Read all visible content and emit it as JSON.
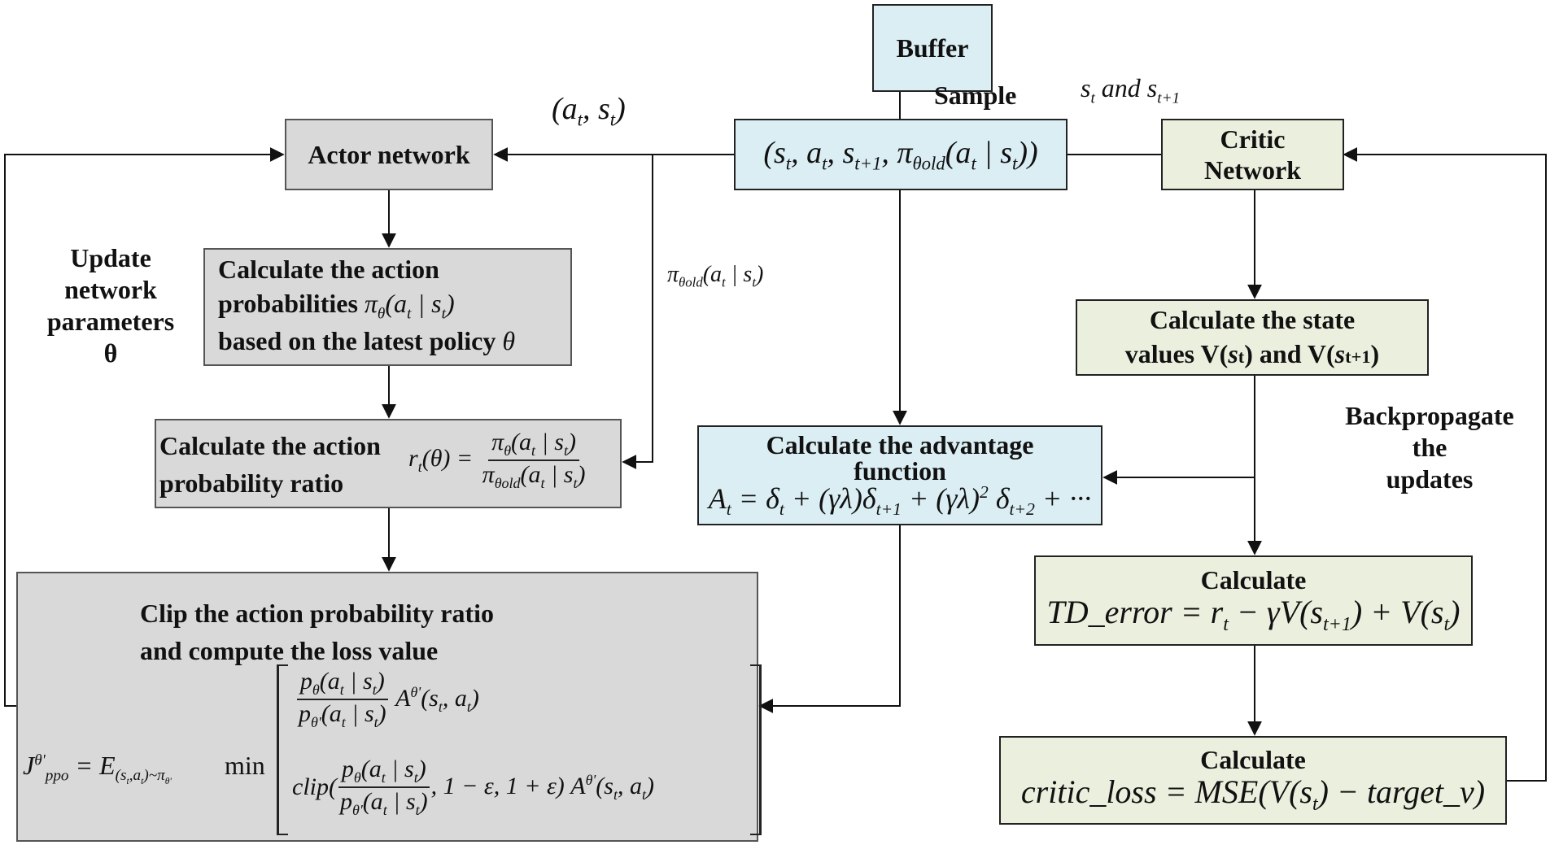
{
  "colors": {
    "actor_box": "#d9d9d9",
    "buffer_box": "#dbeef4",
    "critic_box": "#ebf0de",
    "line": "#222222"
  },
  "buffer": {
    "label": "Buffer"
  },
  "sample": {
    "label": "Sample",
    "tuple": "(s_t, a_t, s_{t+1}, π_θold(a_t | s_t))"
  },
  "labels": {
    "at_st": "(a_t, s_t)",
    "st_and_st1": "s_t and s_{t+1}",
    "pi_old": "π_θold(a_t | s_t)",
    "update_params": [
      "Update",
      "network",
      "parameters",
      "θ"
    ],
    "backprop": [
      "Backpropagate",
      "the",
      "updates"
    ]
  },
  "actor": {
    "label": "Actor network"
  },
  "critic": {
    "label_line1": "Critic",
    "label_line2": "Network"
  },
  "action_prob": {
    "line1": "Calculate the action",
    "line2": "probabilities",
    "line2_math": "π_θ(a_t | s_t)",
    "line3": "based on the latest policy",
    "line3_math": "θ"
  },
  "ratio": {
    "line1": "Calculate the action",
    "line2": "probability ratio",
    "formula_lhs": "r_t(θ) =",
    "formula_num": "π_θ(a_t | s_t)",
    "formula_den": "π_θold(a_t | s_t)"
  },
  "advantage": {
    "line1": "Calculate the advantage",
    "line2": "function",
    "formula": "A_t = δ_t + (γλ)δ_{t+1} + (γλ)^2 δ_{t+2} + ···"
  },
  "clip": {
    "line1": "Clip the action probability ratio",
    "line2": "and compute the loss value",
    "lhs": "J^{θ'}_{ppo} = E_{(s_t,a_t)~π_θ'}",
    "min": "min",
    "term1": "p_θ(a_t | s_t) / p_θ'(a_t | s_t) · A^{θ'}(s_t, a_t)",
    "term2": "clip(p_θ(a_t | s_t) / p_θ'(a_t | s_t), 1−ε, 1+ε) A^{θ'}(s_t, a_t)"
  },
  "state_values": {
    "line1": "Calculate the state",
    "line2": "values V(s_t) and V(s_{t+1})"
  },
  "td_error": {
    "title": "Calculate",
    "formula": "TD_error = r_t − γV(s_{t+1}) + V(s_t)"
  },
  "critic_loss": {
    "title": "Calculate",
    "formula": "critic_loss = MSE(V(s_t) − target_v)"
  }
}
